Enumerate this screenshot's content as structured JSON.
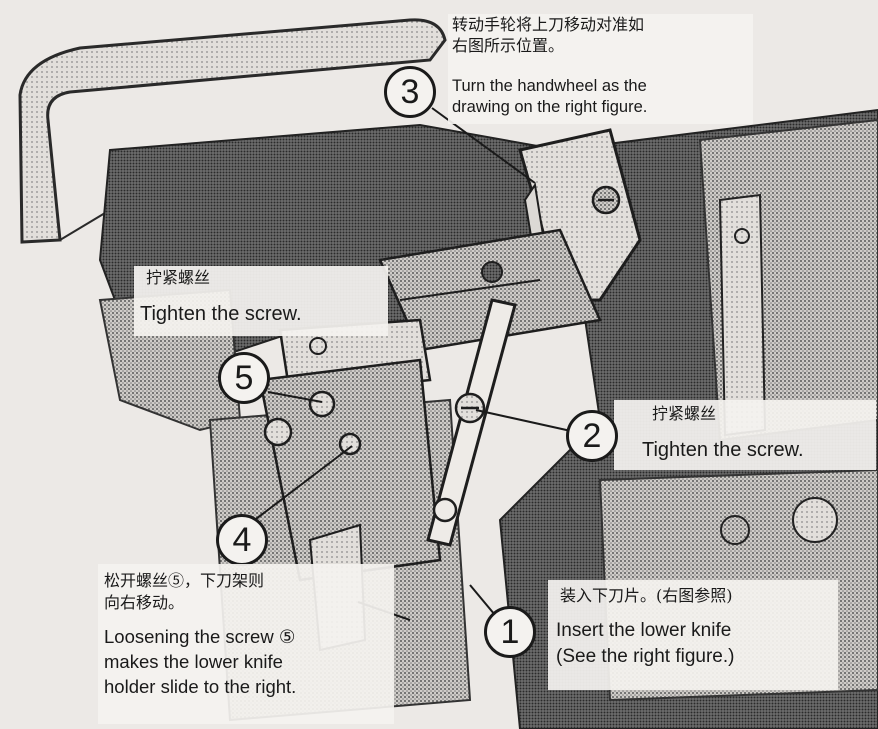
{
  "callouts": {
    "step3": {
      "number": "3",
      "zh": [
        "转动手轮将上刀移动对准如",
        "右图所示位置。"
      ],
      "en": [
        "Turn the handwheel as the",
        "drawing on the right figure."
      ]
    },
    "step5": {
      "number": "5",
      "zh": "拧紧螺丝",
      "en": "Tighten the screw."
    },
    "step2": {
      "number": "2",
      "zh": "拧紧螺丝",
      "en": "Tighten the screw."
    },
    "step4": {
      "number": "4",
      "zh": [
        "松开螺丝⑤，下刀架则",
        "向右移动。"
      ],
      "en": [
        "Loosening the screw ⑤",
        "makes the lower knife",
        "holder slide to the right."
      ]
    },
    "step1": {
      "number": "1",
      "zh": "装入下刀片。(右图参照)",
      "en": [
        "Insert the lower knife",
        "(See the right figure.)"
      ]
    }
  }
}
